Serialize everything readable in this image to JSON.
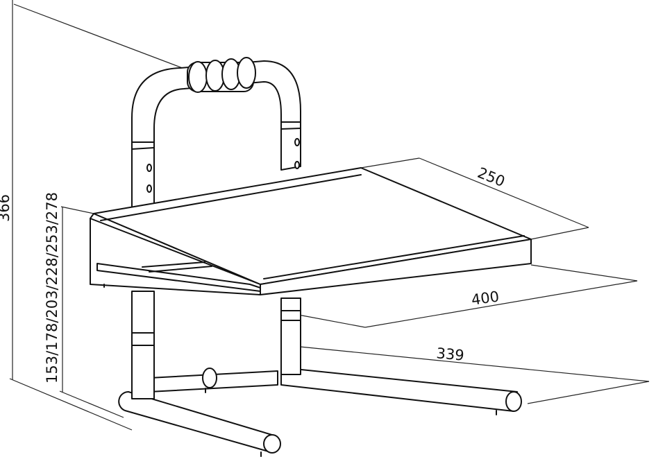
{
  "dimensions": {
    "total_height": "366",
    "platform_heights": "153/178/203/228/253/278",
    "platform_depth": "250",
    "platform_width": "400",
    "base_depth": "339"
  }
}
